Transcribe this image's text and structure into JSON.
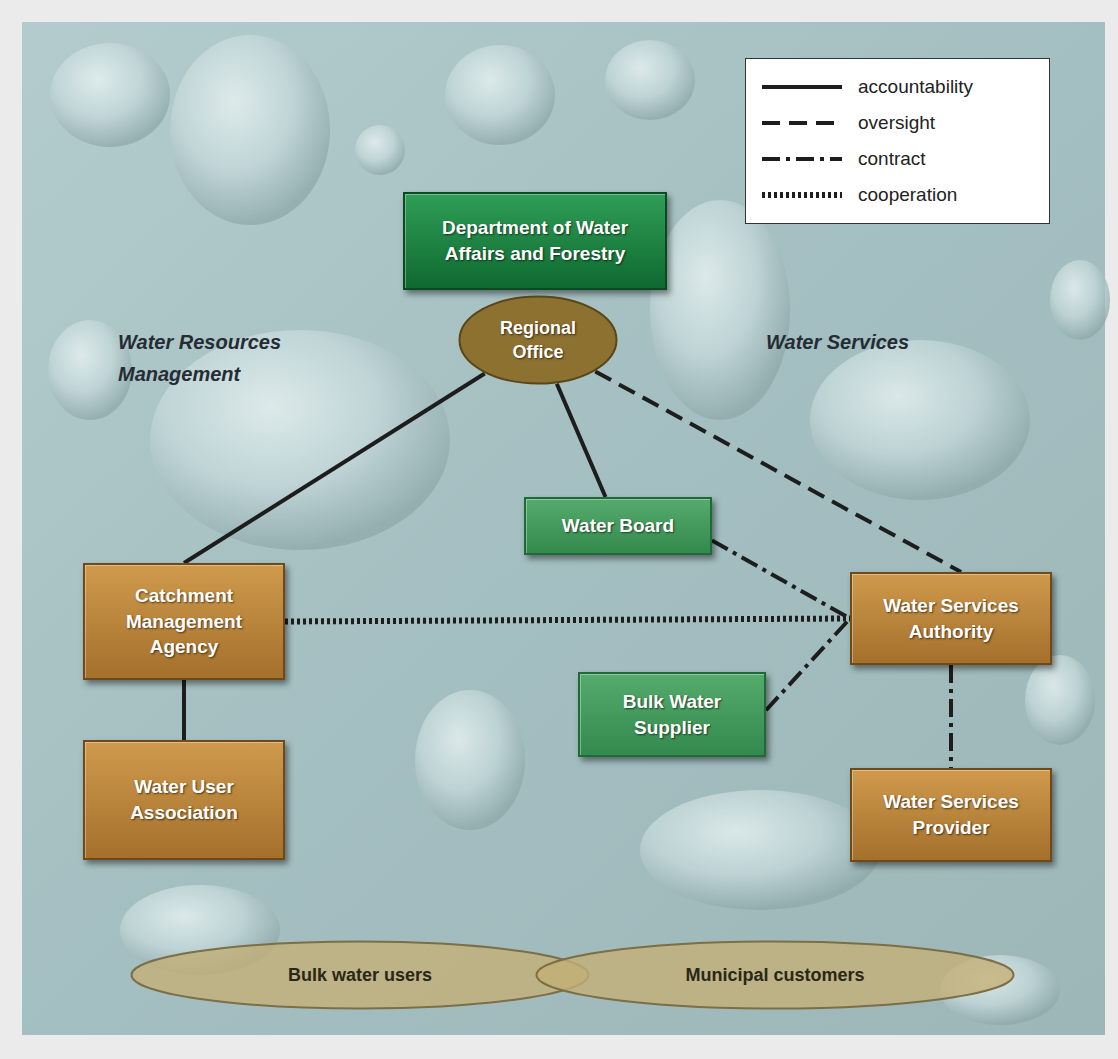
{
  "diagram": {
    "nodes": [
      {
        "text": [
          "Department of Water Affairs and Forestry"
        ]
      },
      {
        "text": [
          "Regional Office"
        ]
      },
      {
        "text": [
          "Water Board"
        ]
      },
      {
        "text": [
          "Catchment Management Agency"
        ]
      },
      {
        "text": [
          "Water Services Authority"
        ]
      },
      {
        "text": [
          "Bulk Water Supplier"
        ]
      },
      {
        "text": [
          "Water User Association"
        ]
      },
      {
        "text": [
          "Water Services Provider"
        ]
      },
      {
        "text": [
          "Bulk water users"
        ]
      },
      {
        "text": [
          "Municipal customers"
        ]
      }
    ],
    "edges": [
      {
        "from": 1,
        "to": 3,
        "arrow": "none"
      },
      {
        "from": 1,
        "to": 2,
        "arrow": "none"
      },
      {
        "from": 1,
        "to": 4,
        "arrow": "none"
      },
      {
        "from": 2,
        "to": 4,
        "arrow": "none"
      },
      {
        "from": 3,
        "to": 4,
        "arrow": "none"
      },
      {
        "from": 5,
        "to": 4,
        "arrow": "none"
      },
      {
        "from": 3,
        "to": 6,
        "arrow": "none"
      },
      {
        "from": 4,
        "to": 7,
        "arrow": "none"
      }
    ],
    "labels": [
      "Water Resources Management",
      "Water Services"
    ],
    "legend": [
      {
        "text": "accountability"
      },
      {
        "text": "oversight"
      },
      {
        "text": "contract"
      },
      {
        "text": "cooperation"
      }
    ]
  }
}
